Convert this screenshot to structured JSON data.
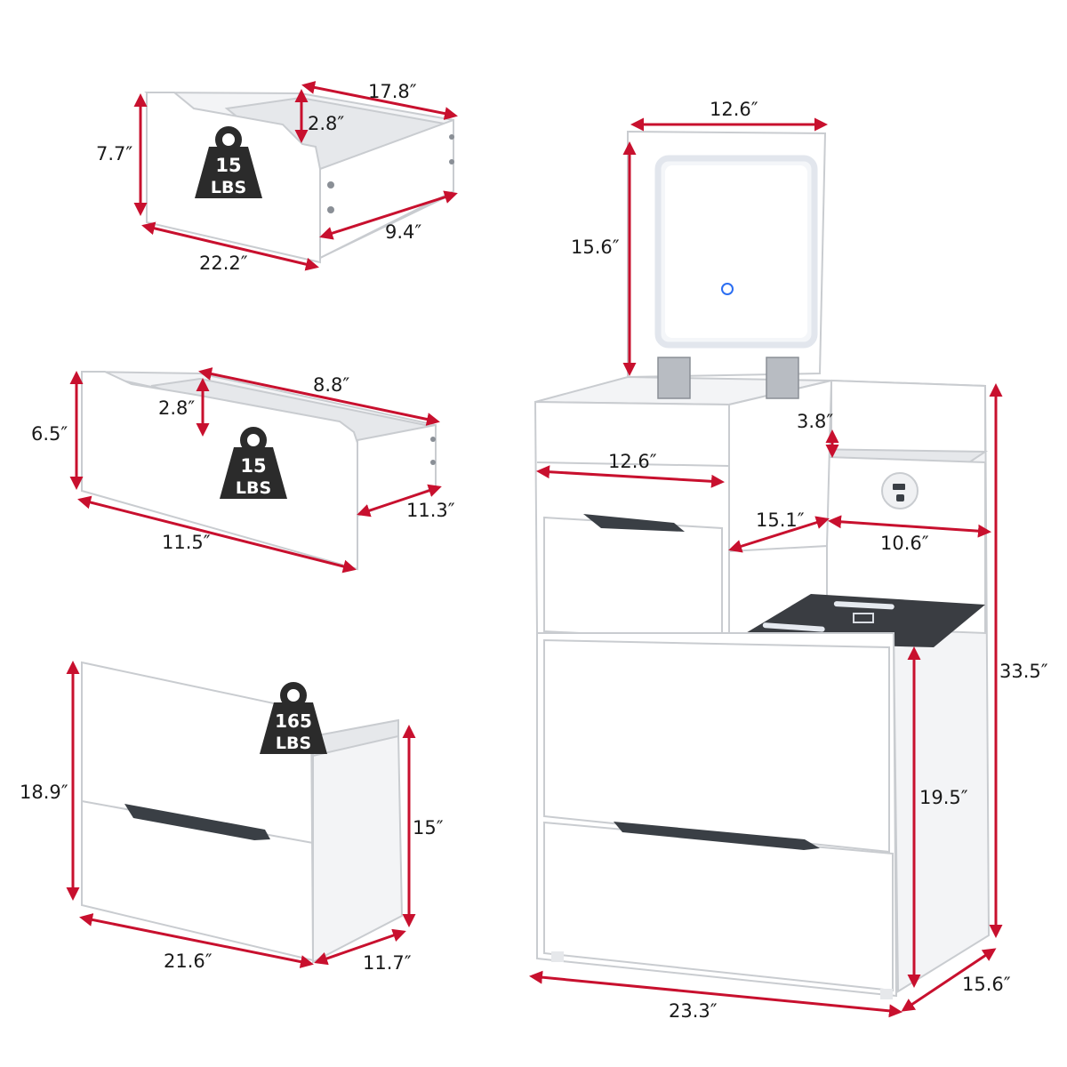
{
  "colors": {
    "dimension": "#c8102e",
    "furniture": "#ffffff",
    "outline": "#c9ccd0",
    "weight_badge": "#2b2b2b",
    "glass_top": "#3a3d42",
    "mirror_light": "#e9eef5"
  },
  "top_drawer": {
    "weight_value": "15",
    "weight_unit": "LBS",
    "dims": {
      "height": "7.7″",
      "inner_height": "2.8″",
      "depth": "17.8″",
      "width": "22.2″",
      "inner_width": "9.4″"
    }
  },
  "middle_drawer": {
    "weight_value": "15",
    "weight_unit": "LBS",
    "dims": {
      "height": "6.5″",
      "inner_height": "2.8″",
      "depth": "8.8″",
      "width": "11.5″",
      "inner_width": "11.3″"
    }
  },
  "bottom_drawer": {
    "weight_value": "165",
    "weight_unit": "LBS",
    "dims": {
      "height": "18.9″",
      "inner_height": "15″",
      "width": "21.6″",
      "depth": "11.7″"
    }
  },
  "cabinet": {
    "dims": {
      "mirror_width": "12.6″",
      "mirror_height": "15.6″",
      "compartment_width": "12.6″",
      "shelf_height": "3.8″",
      "shelf_depth": "15.1″",
      "shelf_width": "10.6″",
      "total_height": "33.5″",
      "lower_height": "19.5″",
      "total_width": "23.3″",
      "total_depth": "15.6″"
    }
  }
}
